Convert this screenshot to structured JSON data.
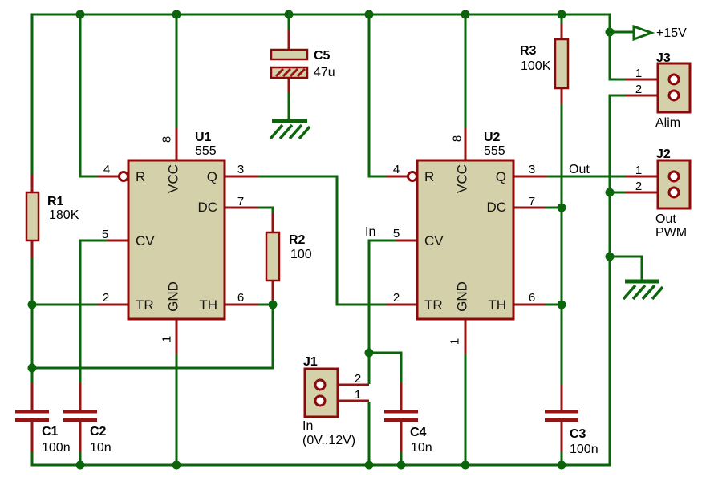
{
  "colors": {
    "wire_green": "#0b650b",
    "wire_red": "#951515",
    "component_outline": "#8d0909",
    "component_fill": "#d4d0aa",
    "text": "#000000",
    "background": "#ffffff"
  },
  "power": {
    "vcc_label": "+15V"
  },
  "net_labels": {
    "out": "Out",
    "in": "In"
  },
  "ic_pins": {
    "r": "R",
    "cv": "CV",
    "tr": "TR",
    "vcc": "VCC",
    "gnd": "GND",
    "q": "Q",
    "dc": "DC",
    "th": "TH"
  },
  "pin_numbers": {
    "p1": "1",
    "p2": "2",
    "p3": "3",
    "p4": "4",
    "p5": "5",
    "p6": "6",
    "p7": "7",
    "p8": "8"
  },
  "components": {
    "u1": {
      "ref": "U1",
      "value": "555"
    },
    "u2": {
      "ref": "U2",
      "value": "555"
    },
    "r1": {
      "ref": "R1",
      "value": "180K"
    },
    "r2": {
      "ref": "R2",
      "value": "100"
    },
    "r3": {
      "ref": "R3",
      "value": "100K"
    },
    "c1": {
      "ref": "C1",
      "value": "100n"
    },
    "c2": {
      "ref": "C2",
      "value": "10n"
    },
    "c3": {
      "ref": "C3",
      "value": "100n"
    },
    "c4": {
      "ref": "C4",
      "value": "10n"
    },
    "c5": {
      "ref": "C5",
      "value": "47u"
    },
    "j1": {
      "ref": "J1",
      "pin1": "1",
      "pin2": "2",
      "caption_line1": "In",
      "caption_line2": "(0V..12V)"
    },
    "j2": {
      "ref": "J2",
      "pin1": "1",
      "pin2": "2",
      "caption_line1": "Out",
      "caption_line2": "PWM"
    },
    "j3": {
      "ref": "J3",
      "pin1": "1",
      "pin2": "2",
      "caption": "Alim"
    }
  }
}
